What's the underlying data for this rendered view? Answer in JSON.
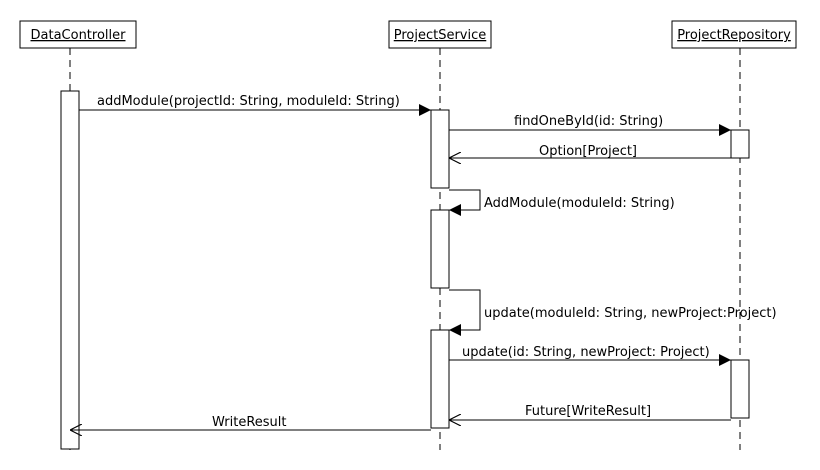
{
  "participants": {
    "data_controller": "DataController",
    "project_service": "ProjectService",
    "project_repository": "ProjectRepository"
  },
  "messages": {
    "add_module_call": "addModule(projectId: String, moduleId: String)",
    "find_one_by_id_call": "findOneById(id: String)",
    "option_project_return": "Option[Project]",
    "add_module_self_call": "AddModule(moduleId: String)",
    "update_self_call": "update(moduleId: String, newProject:Project)",
    "update_repo_call": "update(id: String, newProject: Project)",
    "future_write_result_return": "Future[WriteResult]",
    "write_result_return": "WriteResult"
  },
  "colors": {
    "stroke": "#000000",
    "fill": "#ffffff"
  }
}
